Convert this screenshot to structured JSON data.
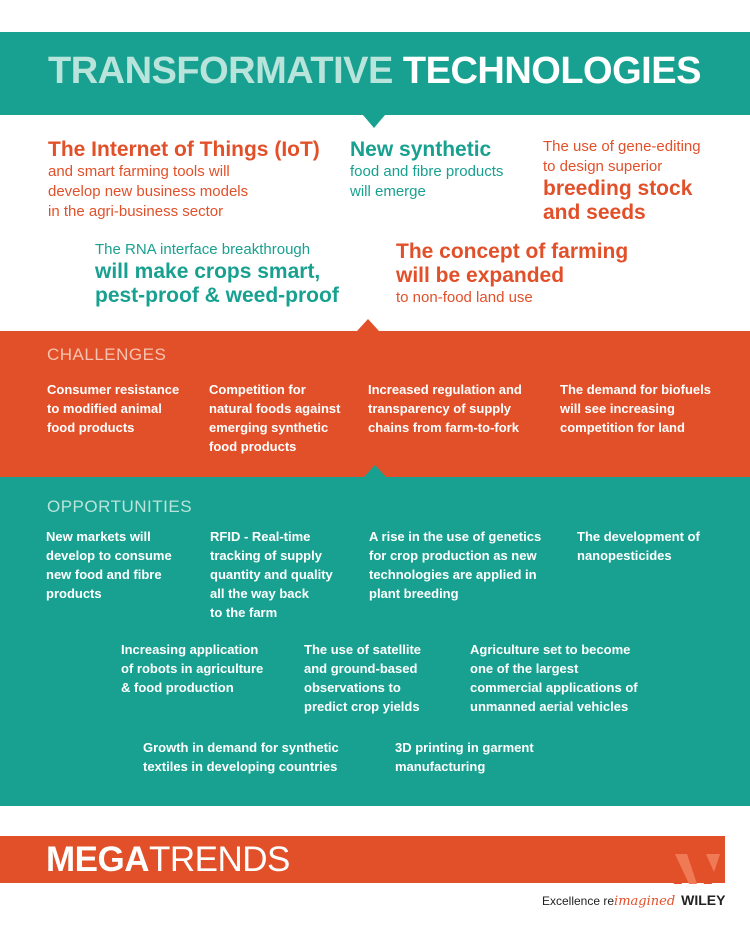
{
  "title": {
    "part1": "TRANSFORMATIVE",
    "part2": "TECHNOLOGIES"
  },
  "technologies": {
    "iot": {
      "head": "The Internet of Things (IoT)",
      "l1": "and smart farming tools will",
      "l2": "develop new business models",
      "l3": "in the agri-business sector"
    },
    "synthetic": {
      "head": "New synthetic",
      "l1": "food and fibre products",
      "l2": "will emerge"
    },
    "gene": {
      "l1": "The use of gene-editing",
      "l2": "to design superior",
      "h1": "breeding stock",
      "h2": "and seeds"
    },
    "rna": {
      "l1": "The RNA interface breakthrough",
      "h1": "will make crops smart,",
      "h2": "pest-proof & weed-proof"
    },
    "farming": {
      "h1": "The concept of farming",
      "h2": "will be expanded",
      "l1": "to non-food land use"
    }
  },
  "challenges": {
    "title": "CHALLENGES",
    "items": [
      {
        "l1": "Consumer resistance",
        "l2": "to modified  animal",
        "l3": "food products",
        "l4": ""
      },
      {
        "l1": "Competition for",
        "l2": "natural foods against",
        "l3": "emerging synthetic",
        "l4": "food products"
      },
      {
        "l1": "Increased regulation and",
        "l2": "transparency of supply",
        "l3": "chains from farm-to-fork",
        "l4": ""
      },
      {
        "l1": "The demand for biofuels",
        "l2": "will see increasing",
        "l3": "competition for land",
        "l4": ""
      }
    ]
  },
  "opportunities": {
    "title": "OPPORTUNITIES",
    "row1": [
      {
        "l1": "New markets will",
        "l2": "develop to consume",
        "l3": "new food and fibre",
        "l4": "products",
        "l5": ""
      },
      {
        "l1": "RFID - Real-time",
        "l2": "tracking of supply",
        "l3": "quantity and quality",
        "l4": "all the way back",
        "l5": "to the farm"
      },
      {
        "l1": "A rise in the use of genetics",
        "l2": "for crop production as new",
        "l3": "technologies are applied in",
        "l4": "plant breeding",
        "l5": ""
      },
      {
        "l1": "The development of",
        "l2": "nanopesticides",
        "l3": "",
        "l4": "",
        "l5": ""
      }
    ],
    "row2": [
      {
        "l1": "Increasing application",
        "l2": "of robots in agriculture",
        "l3": "& food production",
        "l4": ""
      },
      {
        "l1": "The use of satellite",
        "l2": "and ground-based",
        "l3": "observations to",
        "l4": "predict crop yields"
      },
      {
        "l1": "Agriculture  set to become",
        "l2": "one of  the largest",
        "l3": "commercial applications of",
        "l4": "unmanned aerial vehicles"
      }
    ],
    "row3": [
      {
        "l1": "Growth in demand for synthetic",
        "l2": "textiles in developing countries"
      },
      {
        "l1": "3D printing in garment",
        "l2": "manufacturing"
      }
    ]
  },
  "footer": {
    "mega": "MEGA",
    "trends": "TRENDS",
    "tagline_pre": "Excellence re",
    "tagline_script": "imagined",
    "brand": "WILEY"
  },
  "colors": {
    "teal": "#18a190",
    "orange": "#e2502a",
    "light_teal": "#b9e4dc"
  }
}
